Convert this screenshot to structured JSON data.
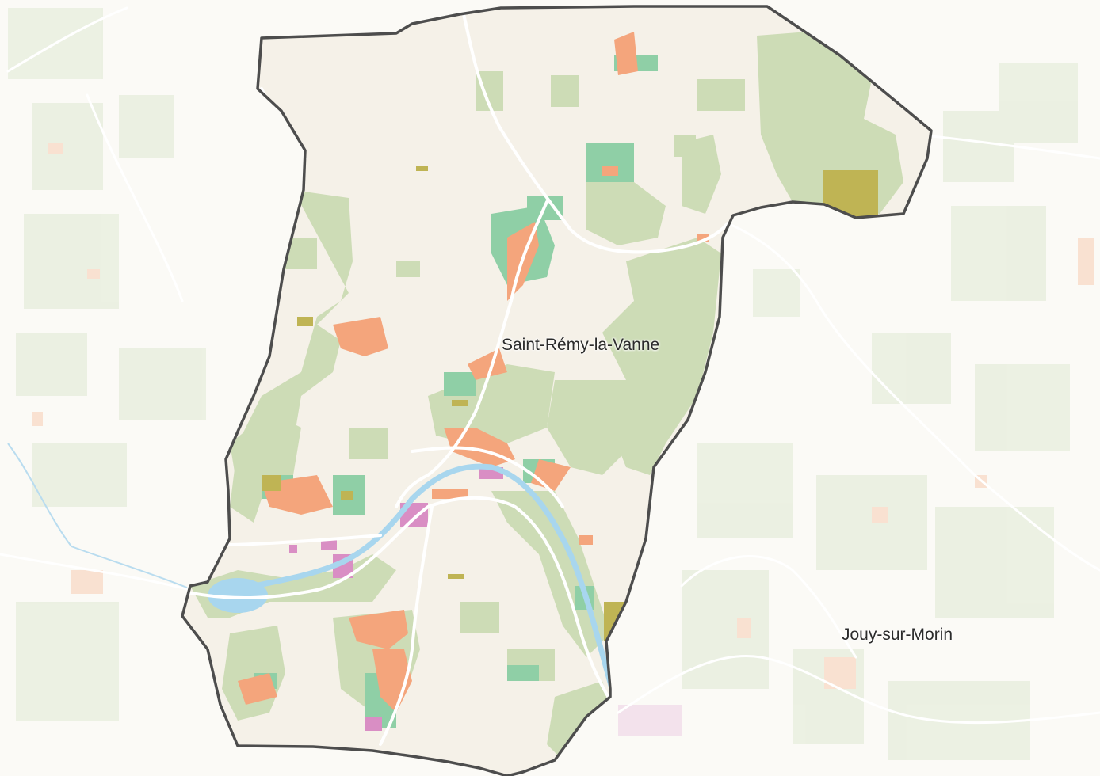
{
  "map": {
    "places": [
      {
        "id": "main",
        "name": "Saint-Rémy-la-Vanne"
      },
      {
        "id": "neighbor",
        "name": "Jouy-sur-Morin"
      }
    ],
    "colors": {
      "background": "#fbfaf6",
      "commune_fill": "#f5f1e8",
      "commune_border": "#4d4d4d",
      "forest": "#cddcb6",
      "meadow": "#8fcfa6",
      "built": "#f4a57c",
      "industrial": "#d98ec4",
      "crop": "#bfb454",
      "water": "#a8d6ee",
      "road": "#ffffff"
    }
  }
}
